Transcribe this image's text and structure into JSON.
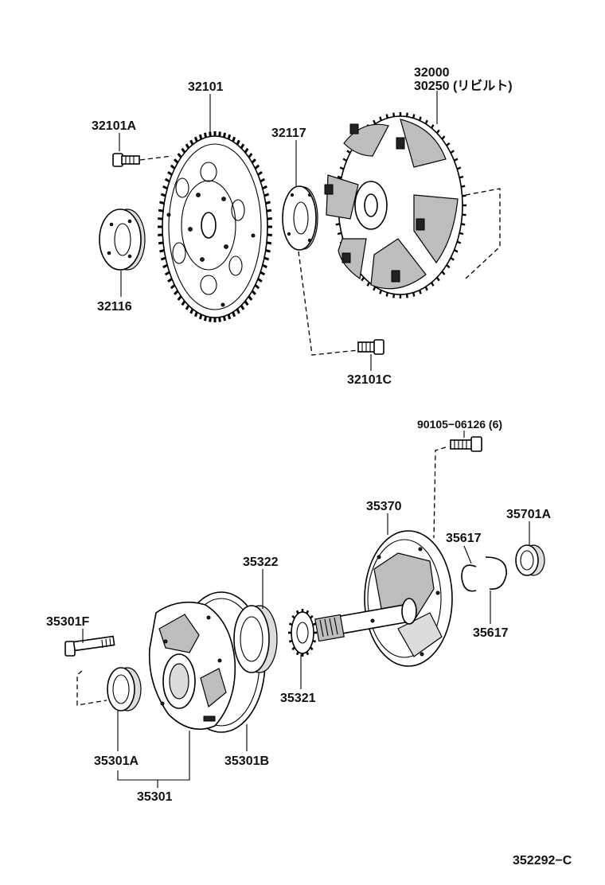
{
  "parts": {
    "p32000": "32000",
    "p30250": "30250 (リビルト)",
    "p32101": "32101",
    "p32101A": "32101A",
    "p32117": "32117",
    "p32116": "32116",
    "p32101C": "32101C",
    "p90105": "90105−06126 (6)",
    "p35370": "35370",
    "p35701A": "35701A",
    "p35617a": "35617",
    "p35617b": "35617",
    "p35322": "35322",
    "p35301F": "35301F",
    "p35321": "35321",
    "p35301A": "35301A",
    "p35301B": "35301B",
    "p35301": "35301"
  },
  "diagram_code": "352292−C",
  "colors": {
    "line": "#000000",
    "fill_dark": "#222222",
    "fill_grey": "#bdbdbd"
  }
}
